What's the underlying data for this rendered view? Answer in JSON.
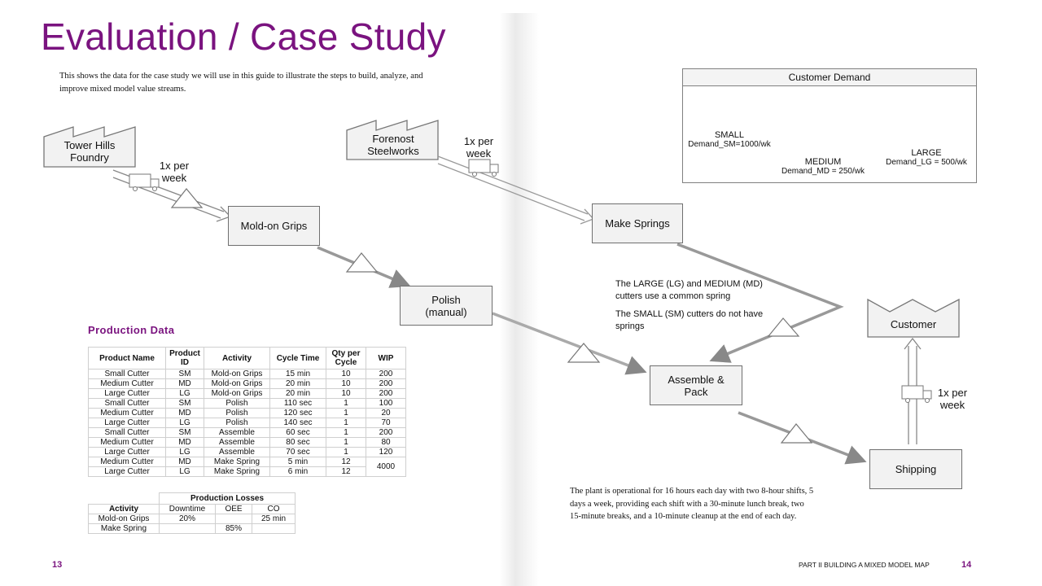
{
  "slide_title": "Evaluation / Case Study",
  "intro_text": "This shows the data for the case study we will use in this guide to illustrate the steps to build, analyze, and improve mixed model value streams.",
  "suppliers": {
    "tower_hills": "Tower Hills Foundry",
    "forenost": "Forenost Steelworks"
  },
  "deliveries": {
    "tower_hills": "1x per week",
    "forenost": "1x per week",
    "shipping": "1x per week"
  },
  "processes": {
    "mold_on_grips": "Mold-on Grips",
    "polish": "Polish (manual)",
    "make_springs": "Make Springs",
    "assemble_pack": "Assemble & Pack",
    "shipping": "Shipping"
  },
  "customer_label": "Customer",
  "notes": {
    "spring_common": "The LARGE (LG) and MEDIUM (MD) cutters use a common spring",
    "small_no_spring": "The SMALL (SM) cutters do not have springs"
  },
  "customer_demand": {
    "title": "Customer Demand",
    "items": [
      {
        "name": "SMALL",
        "demand": "Demand_SM=1000/wk"
      },
      {
        "name": "MEDIUM",
        "demand": "Demand_MD = 250/wk"
      },
      {
        "name": "LARGE",
        "demand": "Demand_LG = 500/wk"
      }
    ]
  },
  "production_data": {
    "title": "Production Data",
    "headers": [
      "Product Name",
      "Product ID",
      "Activity",
      "Cycle Time",
      "Qty per Cycle",
      "WIP"
    ],
    "rows": [
      [
        "Small Cutter",
        "SM",
        "Mold-on Grips",
        "15 min",
        "10",
        "200"
      ],
      [
        "Medium Cutter",
        "MD",
        "Mold-on Grips",
        "20 min",
        "10",
        "200"
      ],
      [
        "Large Cutter",
        "LG",
        "Mold-on Grips",
        "20 min",
        "10",
        "200"
      ],
      [
        "Small Cutter",
        "SM",
        "Polish",
        "110 sec",
        "1",
        "100"
      ],
      [
        "Medium Cutter",
        "MD",
        "Polish",
        "120 sec",
        "1",
        "20"
      ],
      [
        "Large Cutter",
        "LG",
        "Polish",
        "140 sec",
        "1",
        "70"
      ],
      [
        "Small Cutter",
        "SM",
        "Assemble",
        "60 sec",
        "1",
        "200"
      ],
      [
        "Medium Cutter",
        "MD",
        "Assemble",
        "80 sec",
        "1",
        "80"
      ],
      [
        "Large Cutter",
        "LG",
        "Assemble",
        "70 sec",
        "1",
        "120"
      ],
      [
        "Medium Cutter",
        "MD",
        "Make Spring",
        "5 min",
        "12",
        "4000"
      ],
      [
        "Large Cutter",
        "LG",
        "Make Spring",
        "6 min",
        "12",
        ""
      ]
    ]
  },
  "production_losses": {
    "title": "Production Losses",
    "headers": [
      "Activity",
      "Downtime",
      "OEE",
      "CO"
    ],
    "rows": [
      [
        "Mold-on Grips",
        "20%",
        "",
        "25 min"
      ],
      [
        "Make Spring",
        "",
        "85%",
        ""
      ]
    ]
  },
  "plant_text": "The plant is operational for 16 hours each day with two 8-hour shifts, 5 days a week, providing each shift with a 30-minute lunch break, two 15-minute breaks, and a 10-minute cleanup at the end of each day.",
  "page_numbers": {
    "left": "13",
    "right": "14"
  },
  "footer_part": "PART II BUILDING A MIXED MODEL MAP"
}
